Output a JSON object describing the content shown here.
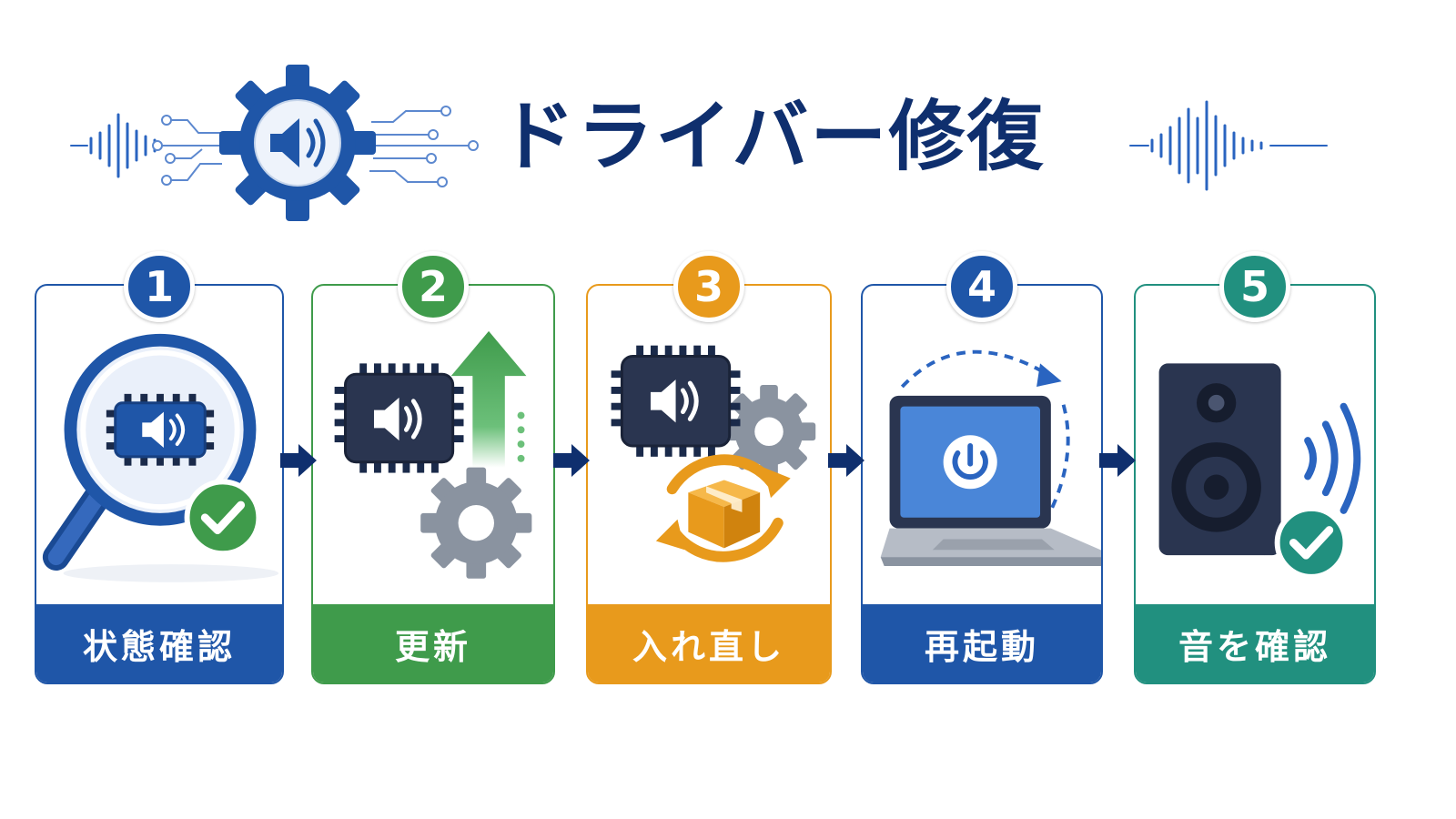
{
  "title": "ドライバー修復",
  "colors": {
    "navy": "#0f2f6e",
    "blue": "#1f56a8",
    "green": "#3f9b4b",
    "orange": "#e89a1c",
    "teal": "#21907f"
  },
  "steps": [
    {
      "number": "1",
      "label": "状態確認",
      "color": "#1f56a8",
      "icons": [
        "magnifier-icon",
        "sound-chip-icon",
        "check-icon"
      ]
    },
    {
      "number": "2",
      "label": "更新",
      "color": "#3f9b4b",
      "icons": [
        "sound-chip-icon",
        "up-arrow-icon",
        "gear-icon"
      ]
    },
    {
      "number": "3",
      "label": "入れ直し",
      "color": "#e89a1c",
      "icons": [
        "sound-chip-icon",
        "gear-icon",
        "package-icon",
        "refresh-icon"
      ]
    },
    {
      "number": "4",
      "label": "再起動",
      "color": "#1f56a8",
      "icons": [
        "laptop-icon",
        "power-icon",
        "restart-arrow-icon"
      ]
    },
    {
      "number": "5",
      "label": "音を確認",
      "color": "#21907f",
      "icons": [
        "speaker-icon",
        "sound-waves-icon",
        "check-icon"
      ]
    }
  ]
}
